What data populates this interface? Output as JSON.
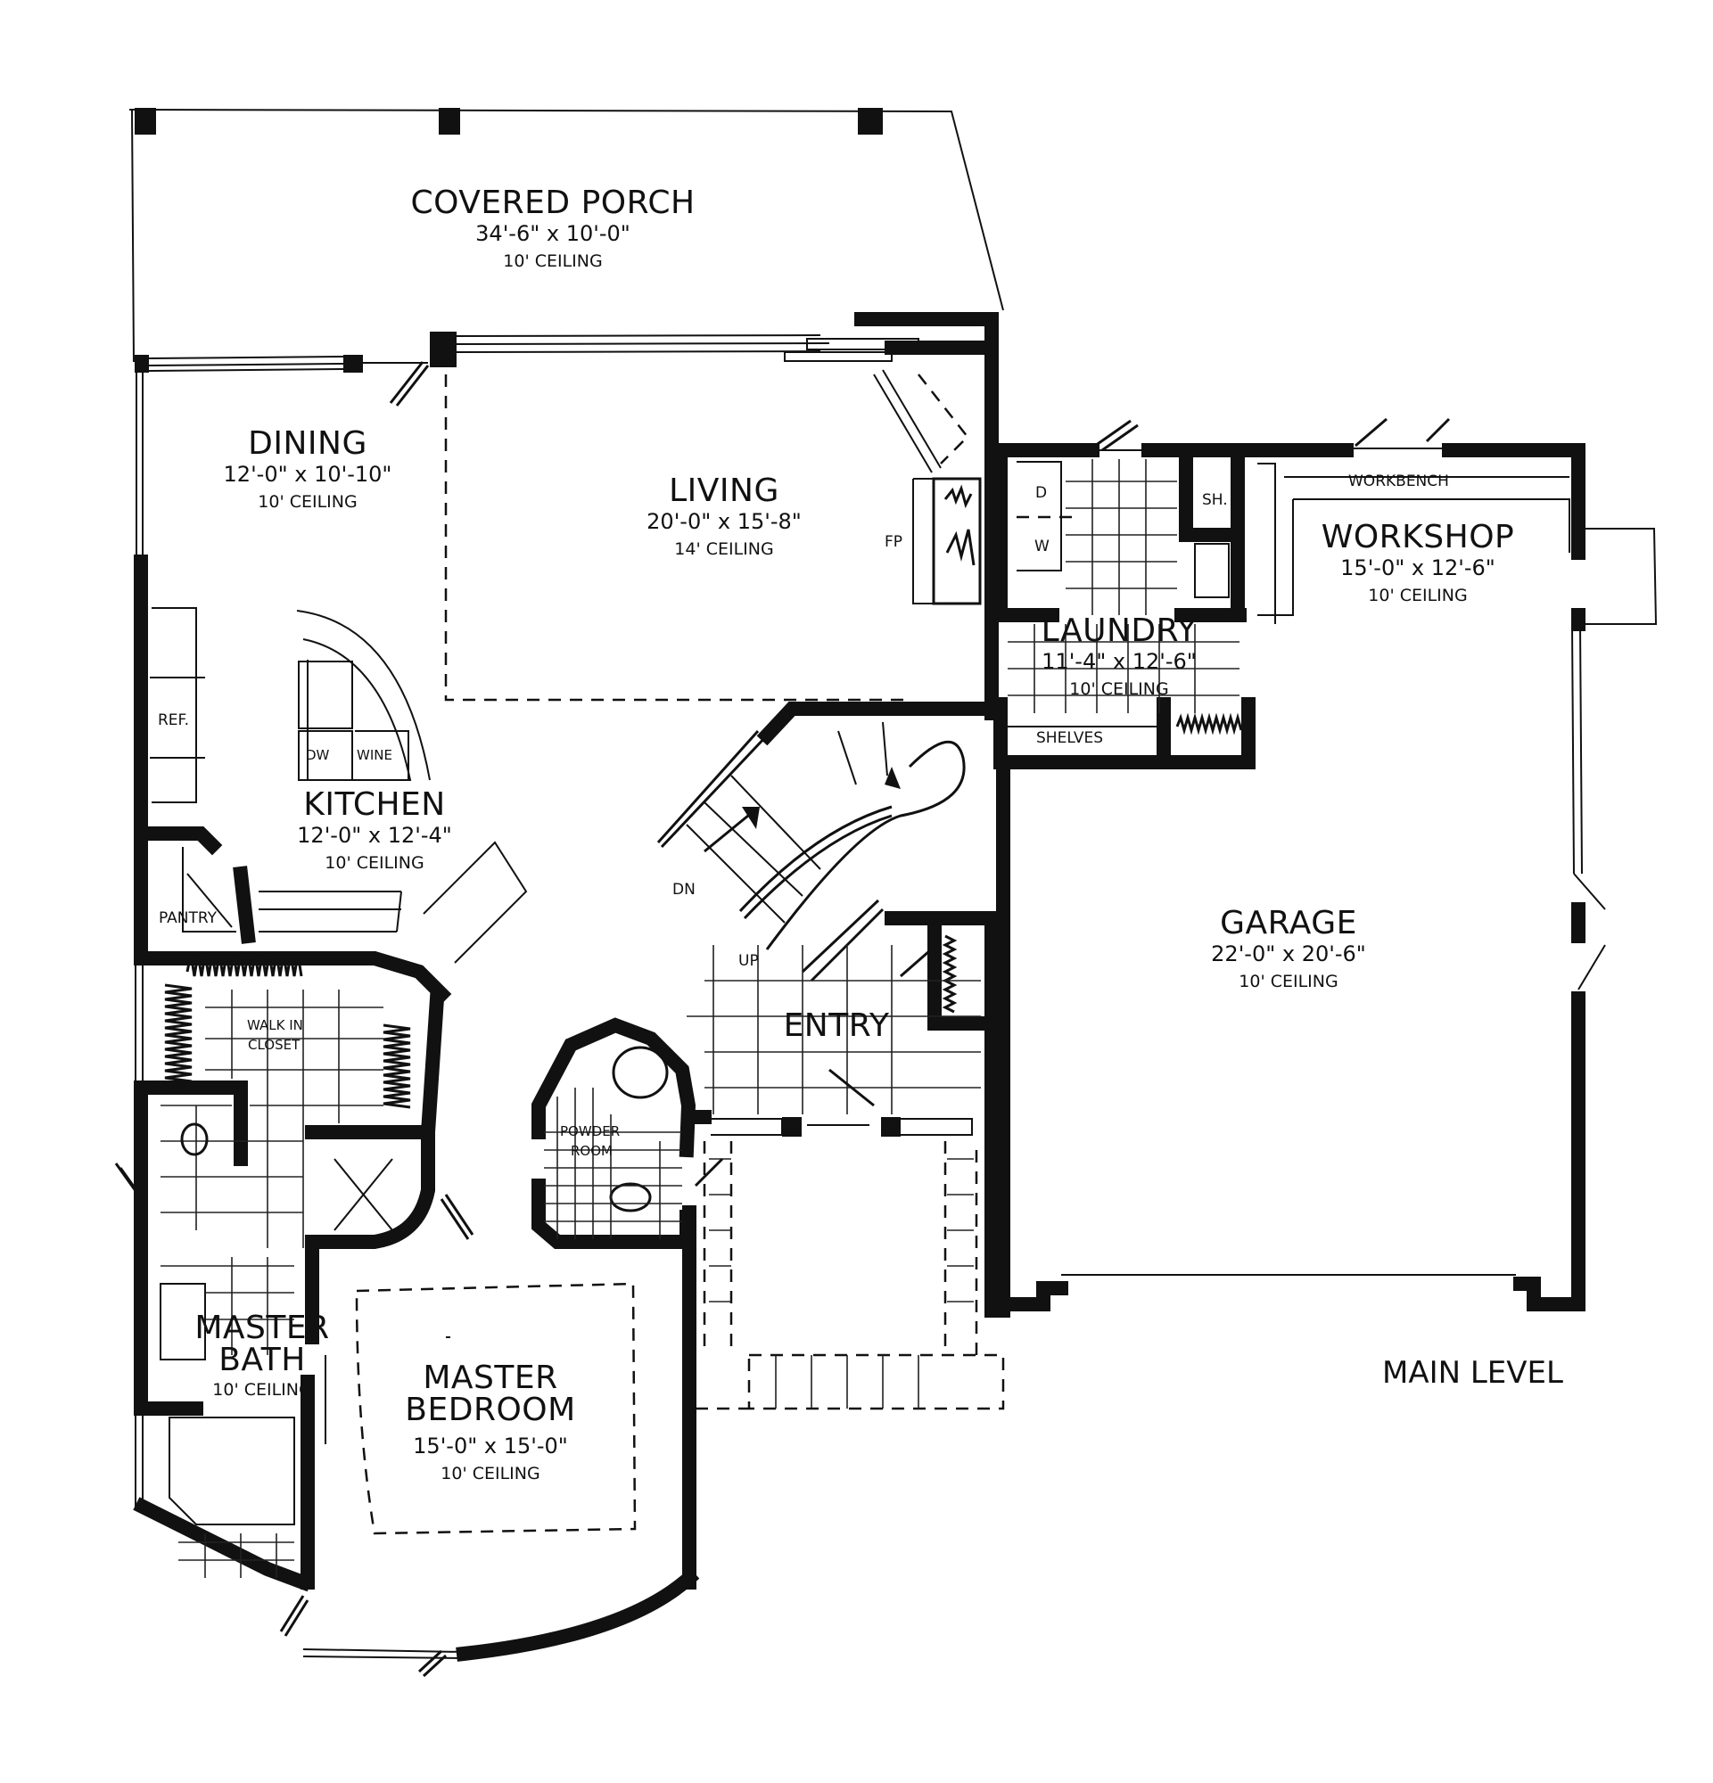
{
  "plan_title": "MAIN LEVEL",
  "rooms": {
    "covered_porch": {
      "name": "COVERED PORCH",
      "dims": "34'-6\" x 10'-0\"",
      "ceiling": "10' CEILING"
    },
    "dining": {
      "name": "DINING",
      "dims": "12'-0\" x 10'-10\"",
      "ceiling": "10' CEILING"
    },
    "living": {
      "name": "LIVING",
      "dims": "20'-0\" x 15'-8\"",
      "ceiling": "14' CEILING"
    },
    "kitchen": {
      "name": "KITCHEN",
      "dims": "12'-0\" x 12'-4\"",
      "ceiling": "10' CEILING"
    },
    "laundry": {
      "name": "LAUNDRY",
      "dims": "11'-4\" x 12'-6\"",
      "ceiling": "10' CEILING"
    },
    "workshop": {
      "name": "WORKSHOP",
      "dims": "15'-0\" x 12'-6\"",
      "ceiling": "10' CEILING"
    },
    "garage": {
      "name": "GARAGE",
      "dims": "22'-0\" x 20'-6\"",
      "ceiling": "10' CEILING"
    },
    "entry": {
      "name": "ENTRY"
    },
    "master_bath": {
      "name_line1": "MASTER",
      "name_line2": "BATH",
      "ceiling": "10' CEILING"
    },
    "master_bedroom": {
      "name_line1": "MASTER",
      "name_line2": "BEDROOM",
      "dims": "15'-0\" x 15'-0\"",
      "ceiling": "10' CEILING"
    }
  },
  "fixtures": {
    "fireplace": "FP",
    "refrigerator": "REF.",
    "dishwasher": "DW",
    "wine": "WINE",
    "pantry": "PANTRY",
    "walk_in_closet_line1": "WALK IN",
    "walk_in_closet_line2": "CLOSET",
    "powder_room_line1": "POWDER",
    "powder_room_line2": "ROOM",
    "dryer": "D",
    "washer": "W",
    "shower": "SH.",
    "shelves": "SHELVES",
    "workbench": "WORKBENCH",
    "stair_down": "DN",
    "stair_up": "UP"
  }
}
